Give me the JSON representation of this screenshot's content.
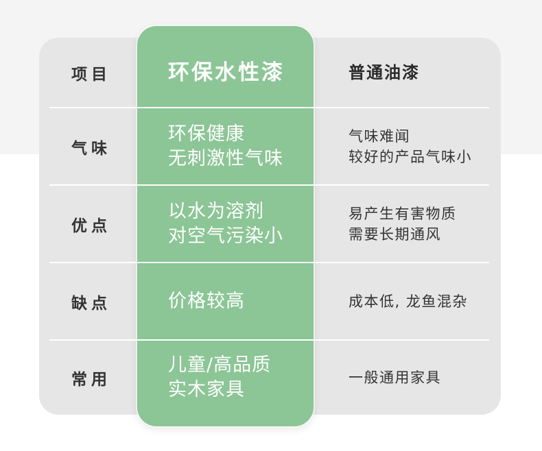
{
  "colors": {
    "accent_green": "#8cc596",
    "card_gray": "#e6e6e6",
    "top_band": "#f4f4f4",
    "divider": "#ffffff"
  },
  "table": {
    "header": {
      "label": "项目",
      "highlight": "环保水性漆",
      "other": "普通油漆"
    },
    "rows": [
      {
        "label": "气味",
        "highlight": [
          "环保健康",
          "无刺激性气味"
        ],
        "other": [
          "气味难闻",
          "较好的产品气味小"
        ]
      },
      {
        "label": "优点",
        "highlight": [
          "以水为溶剂",
          "对空气污染小"
        ],
        "other": [
          "易产生有害物质",
          "需要长期通风"
        ]
      },
      {
        "label": "缺点",
        "highlight": [
          "价格较高"
        ],
        "other": [
          "成本低, 龙鱼混杂"
        ]
      },
      {
        "label": "常用",
        "highlight": [
          "儿童/高品质",
          "实木家具"
        ],
        "other": [
          "一般通用家具"
        ]
      }
    ]
  }
}
